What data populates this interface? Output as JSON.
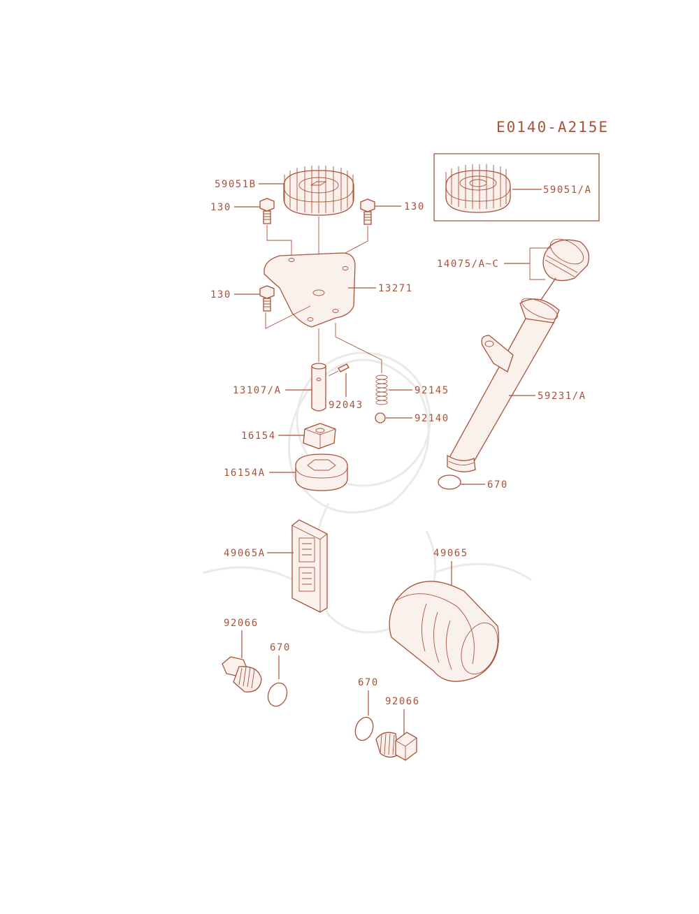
{
  "diagram": {
    "ref_code": "E0140-A215E",
    "accent_color": "#a8523a",
    "callouts": {
      "gear_59051b": "59051B",
      "gear_alt": "59051/A",
      "bolt_right": "130",
      "bolt_left": "130",
      "bolt_mid": "130",
      "cover_plate": "13271",
      "cap": "14075/A~C",
      "shaft": "13107/A",
      "pin": "92043",
      "spring": "92145",
      "ball": "92140",
      "dipstick_tube": "59231/A",
      "oring_tube": "670",
      "inner_rotor": "16154",
      "outer_rotor": "16154A",
      "strainer": "49065A",
      "oil_filter": "49065",
      "drain_plug_left": "92066",
      "oring_left": "670",
      "oring_right": "670",
      "drain_plug_right": "92066"
    }
  }
}
